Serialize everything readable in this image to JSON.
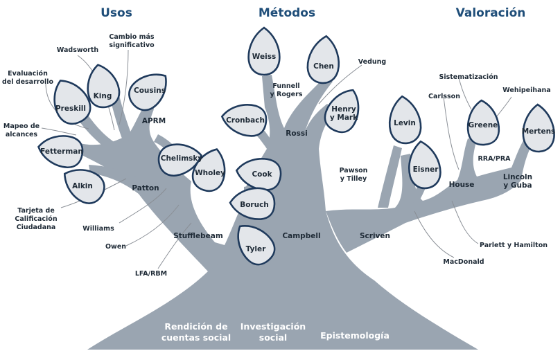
{
  "branches": {
    "usos": "Usos",
    "metodos": "Métodos",
    "valoracion": "Valoración"
  },
  "roots": {
    "rendicion_1": "Rendición de",
    "rendicion_2": "cuentas social",
    "investigacion_1": "Investigación",
    "investigacion_2": "social",
    "epistemologia": "Epistemología"
  },
  "leaves": {
    "preskill": "Preskill",
    "king": "King",
    "cousins": "Cousins",
    "fetterman": "Fetterman",
    "alkin": "Alkin",
    "chelimsky": "Chelimsky",
    "wholey": "Wholey",
    "weiss": "Weiss",
    "chen": "Chen",
    "cronbach": "Cronbach",
    "henry_mark_1": "Henry",
    "henry_mark_2": "y Mark",
    "cook": "Cook",
    "boruch": "Boruch",
    "tyler": "Tyler",
    "levin": "Levin",
    "eisner": "Eisner",
    "greene": "Greene",
    "mertens": "Mertens"
  },
  "trunk_labels": {
    "patton": "Patton",
    "aprm": "APRM",
    "stufflebeam": "Stufflebeam",
    "campbell": "Campbell",
    "rossi": "Rossi",
    "funnell_1": "Funnell",
    "funnell_2": "y Rogers",
    "pawson_1": "Pawson",
    "pawson_2": "y Tilley",
    "scriven": "Scriven",
    "house": "House",
    "rra": "RRA/PRA",
    "lincoln_1": "Lincoln",
    "lincoln_2": "y Guba"
  },
  "side_labels": {
    "cambio_1": "Cambio más",
    "cambio_2": "significativo",
    "wadsworth": "Wadsworth",
    "evaluacion_1": "Evaluación",
    "evaluacion_2": "del desarrollo",
    "mapeo_1": "Mapeo de",
    "mapeo_2": "alcances",
    "tarjeta_1": "Tarjeta de",
    "tarjeta_2": "Calificación",
    "tarjeta_3": "Ciudadana",
    "williams": "Williams",
    "owen": "Owen",
    "lfa": "LFA/RBM",
    "vedung": "Vedung",
    "sistematizacion": "Sistematización",
    "carlsson": "Carlsson",
    "wehipeihana": "Wehipeihana",
    "parlett": "Parlett y Hamilton",
    "macdonald": "MacDonald"
  },
  "colors": {
    "tree_fill": "#9aa5b1",
    "leaf_fill": "#e3e6ea",
    "leaf_stroke": "#1f3a5c",
    "title_color": "#1f4e79"
  }
}
